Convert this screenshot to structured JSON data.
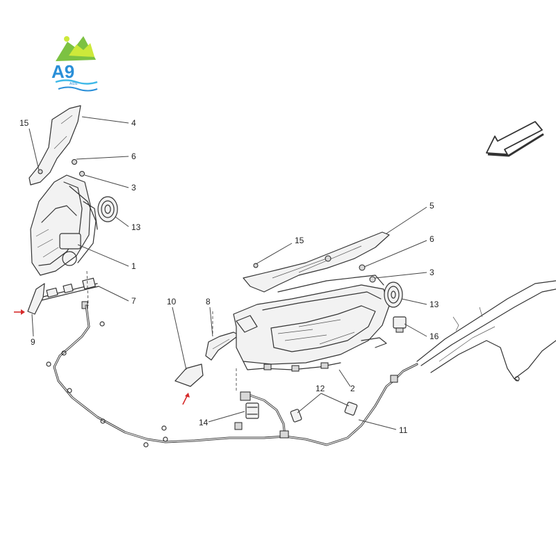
{
  "logo": {
    "mark_text": "A9",
    "sub_text": "AIDE",
    "colors": {
      "green": "#7cc242",
      "yellow_green": "#cde93a",
      "blue": "#2a8fd8",
      "cyan": "#3fb9e8"
    }
  },
  "orientation_arrow": {
    "icon": "direction-arrow-icon"
  },
  "callouts": {
    "c1": "1",
    "c2": "2",
    "c3_left": "3",
    "c3_right": "3",
    "c4": "4",
    "c5": "5",
    "c6_left": "6",
    "c6_right": "6",
    "c7": "7",
    "c8": "8",
    "c9": "9",
    "c10": "10",
    "c11": "11",
    "c12": "12",
    "c13_left": "13",
    "c13_right": "13",
    "c14": "14",
    "c15_left": "15",
    "c15_right": "15",
    "c16": "16"
  },
  "accent_colors": {
    "indicator_arrow": "#d62a2a",
    "line": "#333333"
  }
}
